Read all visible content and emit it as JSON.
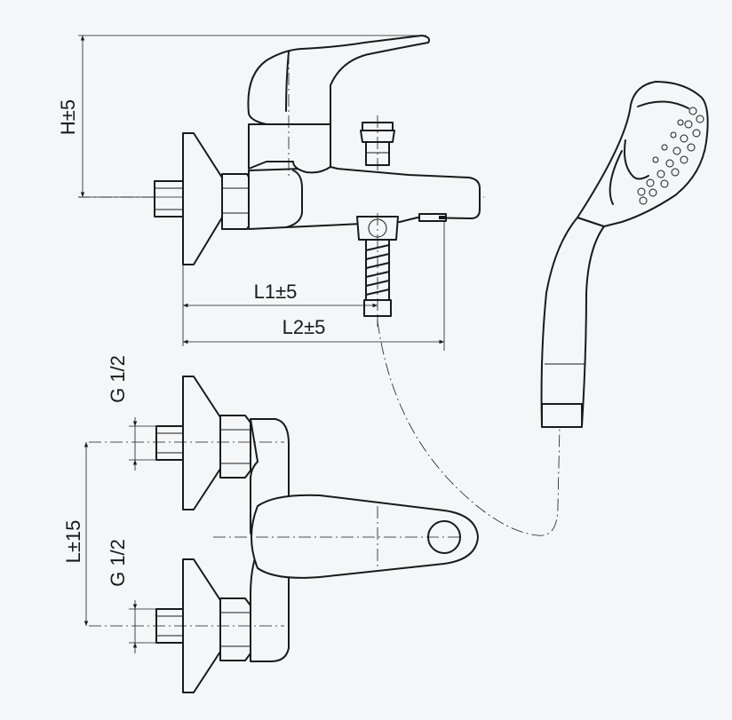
{
  "dimensions": {
    "height": "H±5",
    "length_1": "L1±5",
    "length_2": "L2±5",
    "thread_top": "G 1/2",
    "thread_bottom": "G 1/2",
    "inlet_spacing": "L±15"
  },
  "colors": {
    "background": "#f5f6f7",
    "line": "#1a1a1a"
  }
}
